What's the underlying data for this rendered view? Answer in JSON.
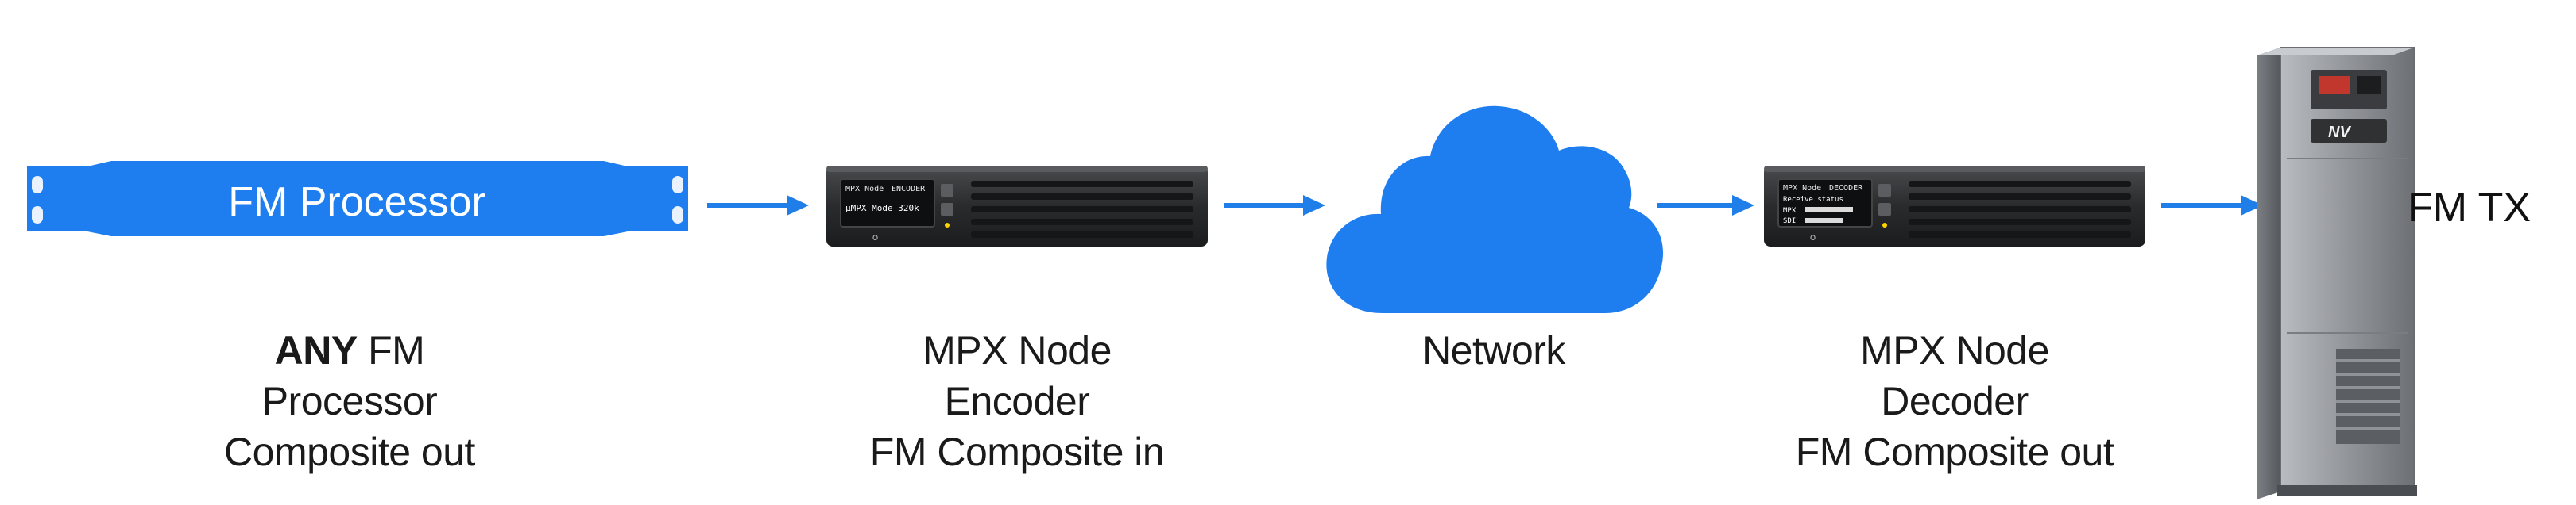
{
  "nodes": {
    "fm_processor": {
      "device_text": "FM Processor",
      "caption_bold": "ANY",
      "caption_rest": "FM Processor",
      "caption_line2": "Composite out"
    },
    "encoder": {
      "caption_line1": "MPX Node Encoder",
      "caption_line2": "FM Composite in",
      "screen_title": "MPX Node",
      "screen_mode": "ENCODER",
      "screen_line": "µMPX Mode 320k"
    },
    "network": {
      "caption": "Network"
    },
    "decoder": {
      "caption_line1": "MPX Node Decoder",
      "caption_line2": "FM Composite out",
      "screen_title": "MPX Node",
      "screen_mode": "DECODER",
      "screen_line1": "Receive status",
      "screen_line2": "MPX",
      "screen_line3": "SDI"
    },
    "fm_tx": {
      "label": "FM TX",
      "brand": "NV"
    }
  },
  "colors": {
    "accent_blue": "#1e7ef0",
    "arrow_blue": "#1f7ee8",
    "unit_dark": "#2b2c2e",
    "cabinet_gray": "#8c8f93"
  },
  "icons": [
    "rack-unit",
    "cloud",
    "arrow-right",
    "transmitter-cabinet"
  ]
}
